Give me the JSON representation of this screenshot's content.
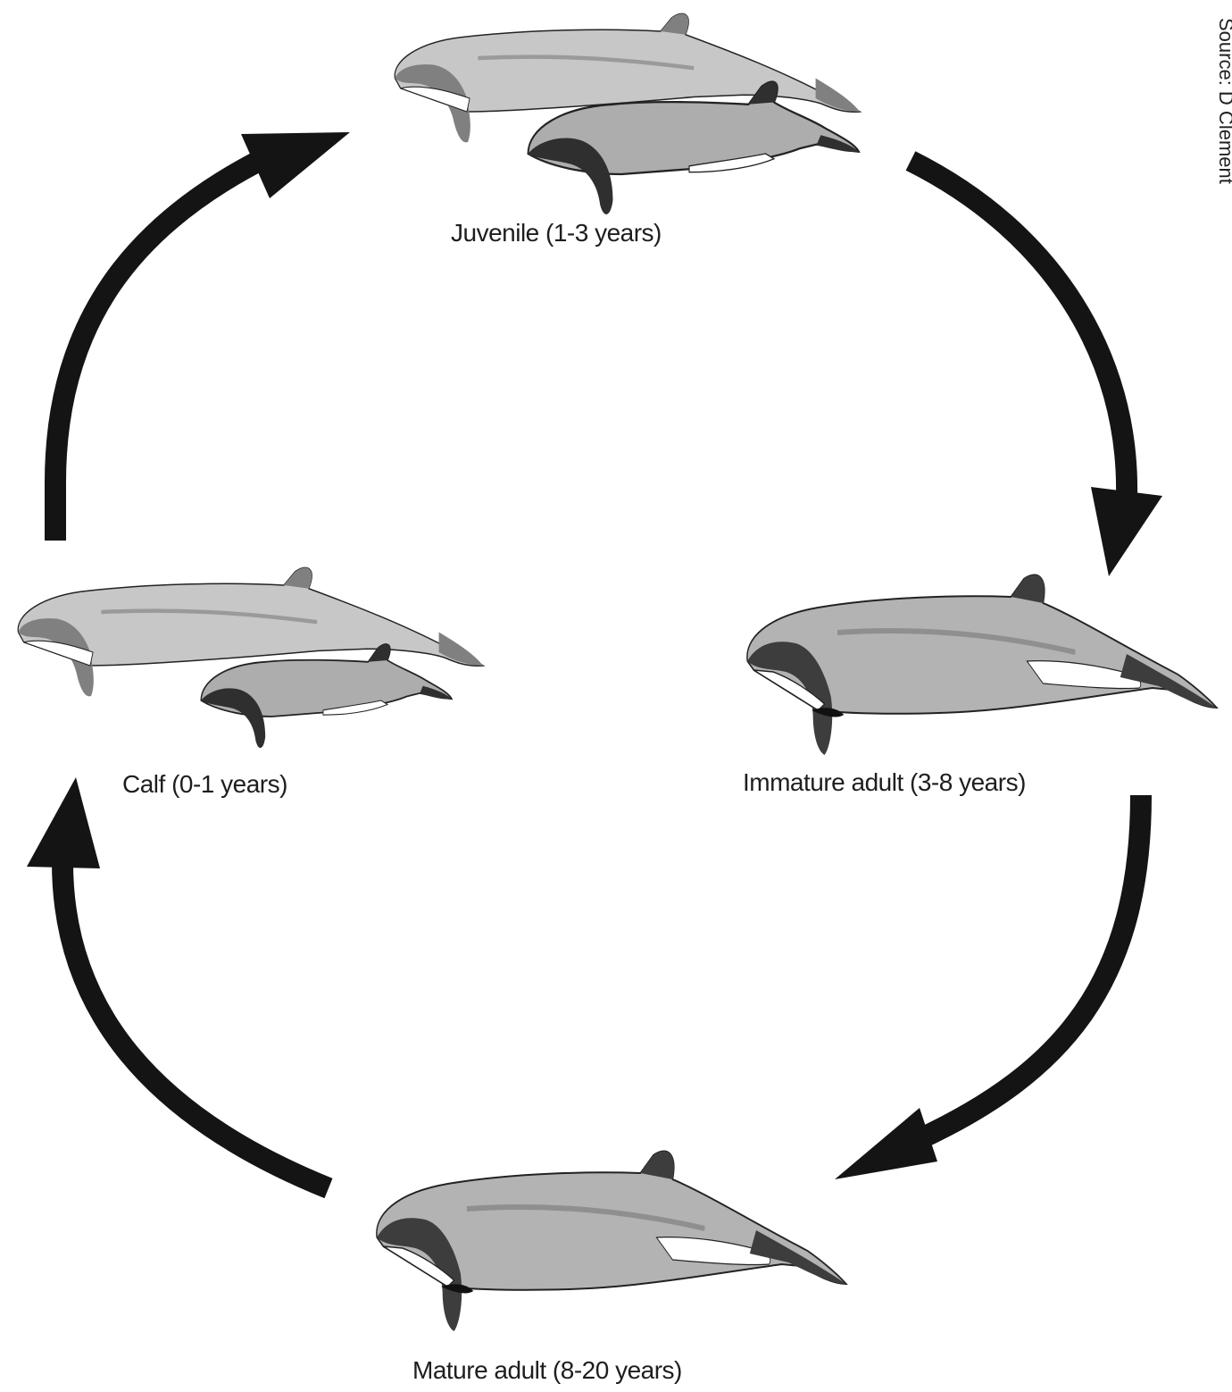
{
  "stages": {
    "juvenile": "Juvenile (1-3 years)",
    "immature": "Immature adult  (3-8 years)",
    "mature": "Mature adult  (8-20 years)",
    "calf": "Calf  (0-1 years)"
  },
  "source": "Source: D Clement",
  "colors": {
    "arrow": "#141414",
    "mother_body": "#c7c7c7",
    "mother_dark": "#808080",
    "adult_body": "#b3b3b3",
    "adult_dark": "#3d3d3d",
    "calf_body": "#adadad",
    "calf_dark": "#2f2f2f",
    "belly": "#ffffff"
  }
}
